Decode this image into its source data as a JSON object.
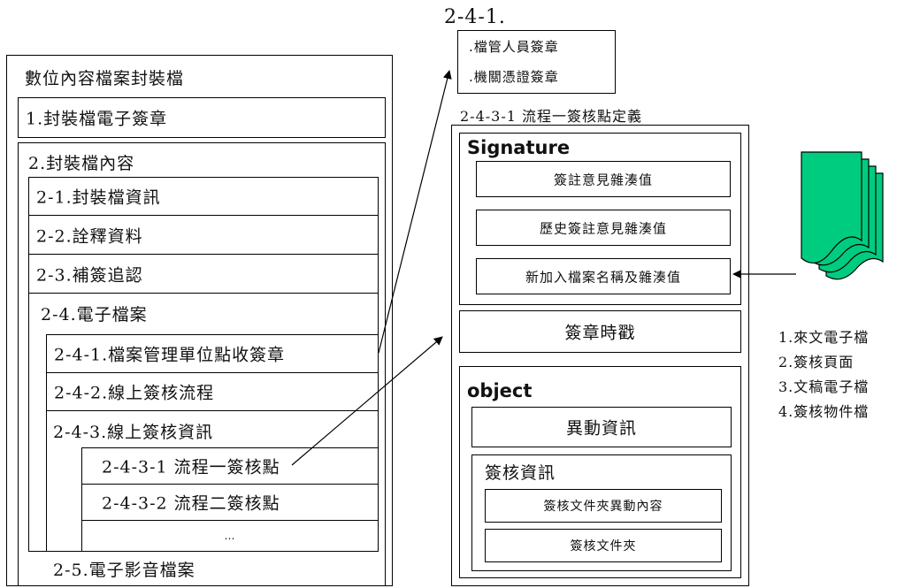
{
  "left_package": {
    "title": "數位內容檔案封裝檔",
    "signature": "1.封裝檔電子簽章",
    "content_title": "2.封裝檔內容",
    "items": {
      "info": "2-1.封裝檔資訊",
      "annotation": "2-2.詮釋資料",
      "supplement": "2-3.補簽追認",
      "efile": "2-4.電子檔案",
      "receipt_sign": "2-4-1.檔案管理單位點收簽章",
      "online_flow": "2-4-2.線上簽核流程",
      "online_info": "2-4-3.線上簽核資訊",
      "flow1": "2-4-3-1 流程一簽核點",
      "flow2": "2-4-3-2 流程二簽核點",
      "more": "…",
      "media": "2-5.電子影音檔案"
    }
  },
  "receipt_detail": {
    "heading": "2-4-1.",
    "lines": [
      ".檔管人員簽章",
      ".機關憑證簽章"
    ]
  },
  "flow_detail": {
    "heading": "2-4-3-1 流程一簽核點定義",
    "signature_title": "Signature",
    "hash1": "簽註意見雜湊值",
    "hash2": "歷史簽註意見雜湊值",
    "hash3": "新加入檔案名稱及雜湊值",
    "timestamp": "簽章時戳",
    "object_title": "object",
    "change_info": "異動資訊",
    "sign_info_title": "簽核資訊",
    "folder_changes": "簽核文件夾異動內容",
    "folder": "簽核文件夾"
  },
  "documents": {
    "colors": {
      "fill": "#00cc80",
      "stroke": "#000000"
    },
    "legend": [
      "1.來文電子檔",
      "2.簽核頁面",
      "3.文稿電子檔",
      "4.簽核物件檔"
    ]
  }
}
